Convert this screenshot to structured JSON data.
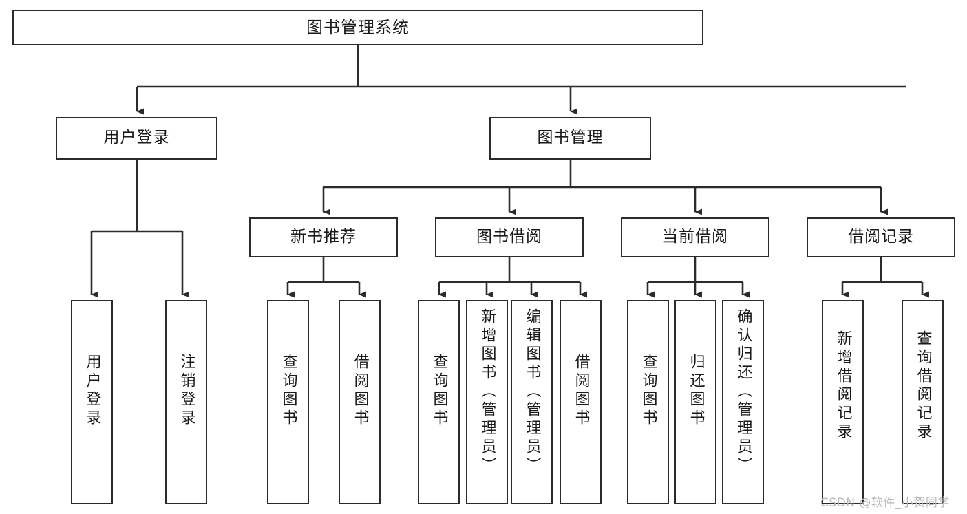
{
  "diagram": {
    "title": "图书管理系统",
    "type": "tree-hierarchy",
    "orientation": "top-down",
    "colors": {
      "node_border": "#2b2b2b",
      "node_fill": "#ffffff",
      "edge": "#2b2b2b",
      "text": "#1a1a1a",
      "watermark": "#b8b8b8",
      "background": "#ffffff"
    },
    "watermark": "CSDN @软件_小贺同学"
  },
  "nodes": {
    "root": {
      "label": "图书管理系统"
    },
    "level2": [
      {
        "id": "user-login",
        "label": "用户登录"
      },
      {
        "id": "book-management",
        "label": "图书管理"
      }
    ],
    "level3": [
      {
        "id": "new-book-recommend",
        "label": "新书推荐"
      },
      {
        "id": "book-borrow",
        "label": "图书借阅"
      },
      {
        "id": "current-borrow",
        "label": "当前借阅"
      },
      {
        "id": "borrow-record",
        "label": "借阅记录"
      }
    ],
    "leaves": {
      "user_login": [
        {
          "id": "leaf-user-login",
          "label": "用户登录"
        },
        {
          "id": "leaf-logout-login",
          "label": "注销登录"
        }
      ],
      "new_book_recommend": [
        {
          "id": "leaf-query-book-1",
          "label": "查询图书"
        },
        {
          "id": "leaf-borrow-book-1",
          "label": "借阅图书"
        }
      ],
      "book_borrow": [
        {
          "id": "leaf-query-book-2",
          "label": "查询图书"
        },
        {
          "id": "leaf-add-book",
          "label": "新增图书（管理员）"
        },
        {
          "id": "leaf-edit-book",
          "label": "编辑图书（管理员）"
        },
        {
          "id": "leaf-borrow-book-2",
          "label": "借阅图书"
        }
      ],
      "current_borrow": [
        {
          "id": "leaf-query-book-3",
          "label": "查询图书"
        },
        {
          "id": "leaf-return-book",
          "label": "归还图书"
        },
        {
          "id": "leaf-confirm-return",
          "label": "确认归还（管理员）"
        }
      ],
      "borrow_record": [
        {
          "id": "leaf-add-record",
          "label": "新增借阅记录"
        },
        {
          "id": "leaf-query-record",
          "label": "查询借阅记录"
        }
      ]
    }
  }
}
